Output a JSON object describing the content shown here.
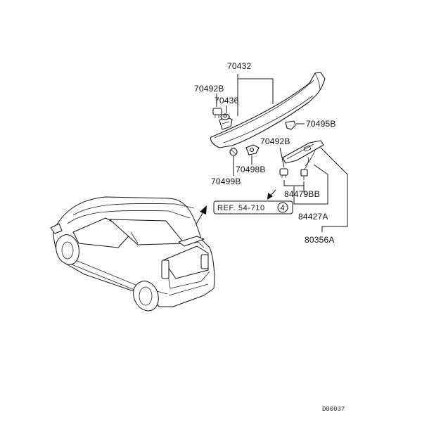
{
  "parts": {
    "p70432": "70432",
    "p70492B_top": "70492B",
    "p70436": "70436",
    "p70495B": "70495B",
    "p70492B_mid": "70492B",
    "p70498B": "70498B",
    "p70499B": "70499B",
    "p84479BB": "84479BB",
    "p84427A": "84427A",
    "p80356A": "80356A"
  },
  "reference": {
    "text": "REF. 54-710",
    "circled": "4"
  },
  "diagram_code": "D00037"
}
